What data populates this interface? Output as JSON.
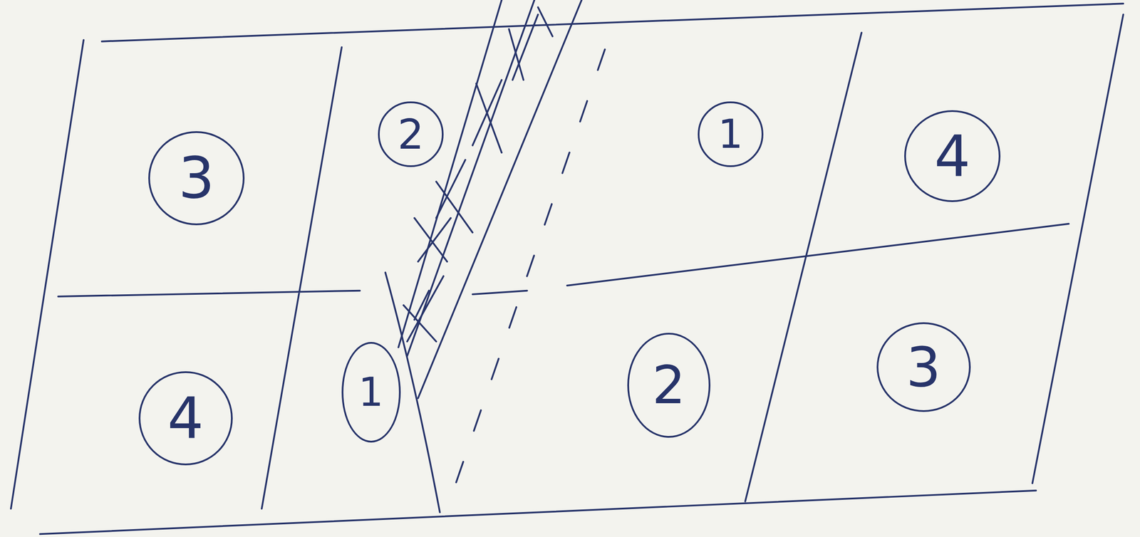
{
  "diagram": {
    "nodes": [
      {
        "text": [
          "3"
        ]
      },
      {
        "text": [
          "2"
        ]
      },
      {
        "text": [
          "1"
        ]
      },
      {
        "text": [
          "4"
        ]
      },
      {
        "text": [
          "4"
        ]
      },
      {
        "text": [
          "1"
        ]
      },
      {
        "text": [
          "2"
        ]
      },
      {
        "text": [
          "3"
        ]
      }
    ]
  }
}
